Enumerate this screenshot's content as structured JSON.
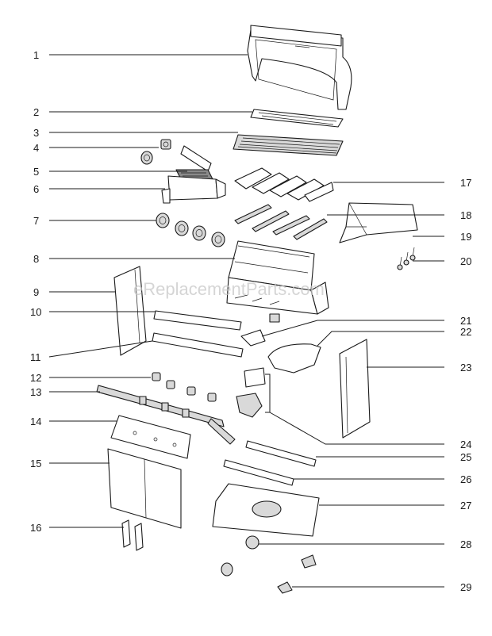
{
  "watermark": "eReplacementParts.com",
  "callouts": [
    {
      "id": "callout-1",
      "label": "1"
    },
    {
      "id": "callout-2",
      "label": "2"
    },
    {
      "id": "callout-3",
      "label": "3"
    },
    {
      "id": "callout-4",
      "label": "4"
    },
    {
      "id": "callout-5",
      "label": "5"
    },
    {
      "id": "callout-6",
      "label": "6"
    },
    {
      "id": "callout-7",
      "label": "7"
    },
    {
      "id": "callout-8",
      "label": "8"
    },
    {
      "id": "callout-9",
      "label": "9"
    },
    {
      "id": "callout-10",
      "label": "10"
    },
    {
      "id": "callout-11",
      "label": "11"
    },
    {
      "id": "callout-12",
      "label": "12"
    },
    {
      "id": "callout-13",
      "label": "13"
    },
    {
      "id": "callout-14",
      "label": "14"
    },
    {
      "id": "callout-15",
      "label": "15"
    },
    {
      "id": "callout-16",
      "label": "16"
    },
    {
      "id": "callout-17",
      "label": "17"
    },
    {
      "id": "callout-18",
      "label": "18"
    },
    {
      "id": "callout-19",
      "label": "19"
    },
    {
      "id": "callout-20",
      "label": "20"
    },
    {
      "id": "callout-21",
      "label": "21"
    },
    {
      "id": "callout-22",
      "label": "22"
    },
    {
      "id": "callout-23",
      "label": "23"
    },
    {
      "id": "callout-24",
      "label": "24"
    },
    {
      "id": "callout-25",
      "label": "25"
    },
    {
      "id": "callout-26",
      "label": "26"
    },
    {
      "id": "callout-27",
      "label": "27"
    },
    {
      "id": "callout-28",
      "label": "28"
    },
    {
      "id": "callout-29",
      "label": "29"
    }
  ]
}
